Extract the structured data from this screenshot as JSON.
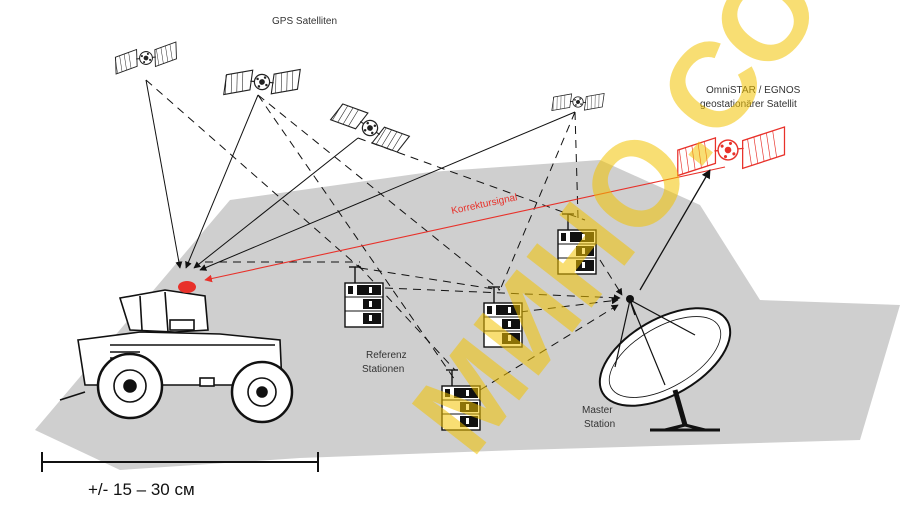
{
  "labels": {
    "gps_satellites": "GPS Satelliten",
    "geo_line1": "OmniSTAR / EGNOS",
    "geo_line2": "geostationärer Satellit",
    "correction": "Korrektursignal",
    "ref_line1": "Referenz",
    "ref_line2": "Stationen",
    "master_line1": "Master",
    "master_line2": "Station",
    "accuracy": "+/- 15 – 30 см"
  },
  "colors": {
    "ground": "#cfcfcf",
    "line": "#111111",
    "accent": "#e8312a",
    "watermark": "#f2c200"
  },
  "watermark_text": "МИНО.СО"
}
